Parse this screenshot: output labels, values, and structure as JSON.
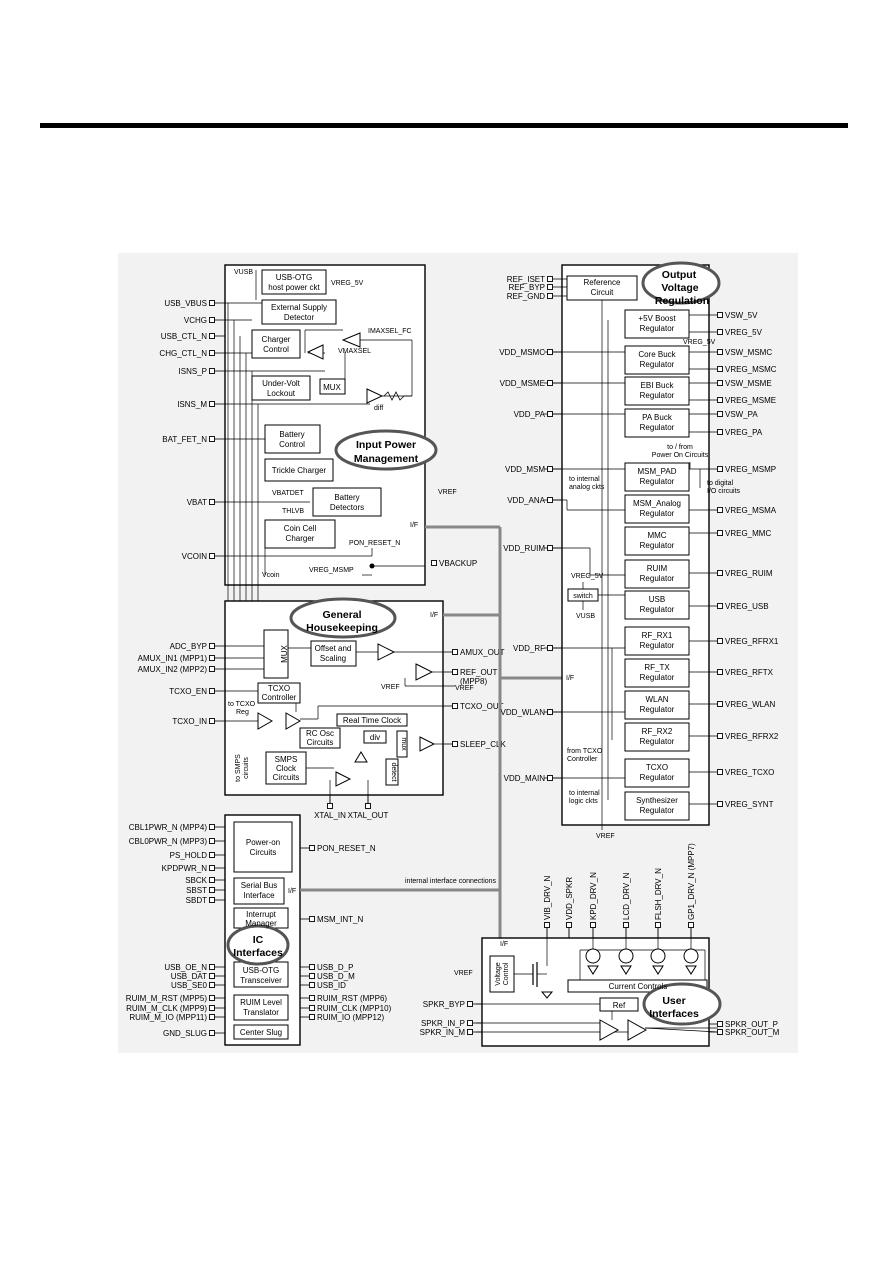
{
  "ipm": {
    "label_vusb": "VUSB",
    "usb_otg": [
      "USB-OTG",
      "host power ckt"
    ],
    "vreg_5v_tap": "VREG_5V",
    "ext_supply": [
      "External Supply",
      "Detector"
    ],
    "imaxsel_fc": "IMAXSEL_FC",
    "charger": [
      "Charger",
      "Control"
    ],
    "vmaxsel": "VMAXSEL",
    "undervolt": [
      "Under-Volt",
      "Lockout"
    ],
    "mux": "MUX",
    "diff": "diff",
    "battery_ctl": [
      "Battery",
      "Control"
    ],
    "title": [
      "Input Power",
      "Management"
    ],
    "trickle": "Trickle Charger",
    "vbatdet": "VBATDET",
    "thlvb": "THLVB",
    "batt_det": [
      "Battery",
      "Detectors"
    ],
    "vref": "VREF",
    "coin": [
      "Coin Cell",
      "Charger"
    ],
    "pon_reset": "PON_RESET_N",
    "vreg_msmp": "VREG_MSMP",
    "vcoin": "Vcoin",
    "if": "I/F",
    "pins_left": [
      "USB_VBUS",
      "VCHG",
      "USB_CTL_N",
      "CHG_CTL_N",
      "ISNS_P",
      "ISNS_M",
      "BAT_FET_N",
      "VBAT",
      "VCOIN"
    ],
    "pin_right": "VBACKUP"
  },
  "hk": {
    "title": [
      "General",
      "Housekeeping"
    ],
    "if": "I/F",
    "mux": "MUX",
    "offset": [
      "Offset and",
      "Scaling"
    ],
    "tcxo_ctl": [
      "TCXO",
      "Controller"
    ],
    "to_tcxo": [
      "to TCXO",
      "Reg"
    ],
    "rtc": "Real Time Clock",
    "rc_osc": [
      "RC Osc",
      "Circuits"
    ],
    "div": "div",
    "mux_small": "mux",
    "smps_clk": [
      "SMPS",
      "Clock",
      "Circuits"
    ],
    "to_smps": [
      "to SMPS",
      "circuits"
    ],
    "detect": "detect",
    "vref_in": "VREF",
    "pins_left": [
      "ADC_BYP",
      "AMUX_IN1 (MPP1)",
      "AMUX_IN2 (MPP2)",
      "TCXO_EN",
      "TCXO_IN"
    ],
    "pins_right": [
      "AMUX_OUT",
      "REF_OUT",
      "(MPP8)",
      "VREF",
      "TCXO_OUT",
      "SLEEP_CLK"
    ],
    "pins_bottom": [
      "XTAL_IN",
      "XTAL_OUT"
    ]
  },
  "ic": {
    "title": [
      "IC",
      "Interfaces"
    ],
    "power_on": [
      "Power-on",
      "Circuits"
    ],
    "serial": [
      "Serial Bus",
      "Interface"
    ],
    "interrupt": [
      "Interrupt",
      "Manager"
    ],
    "usb_otg": [
      "USB-OTG",
      "Transceiver"
    ],
    "ruim": [
      "RUIM Level",
      "Translator"
    ],
    "center": "Center Slug",
    "if": "I/F",
    "internal_conn": "internal interface connections",
    "pins_left": [
      "CBL1PWR_N (MPP4)",
      "CBL0PWR_N (MPP3)",
      "PS_HOLD",
      "KPDPWR_N",
      "SBCK",
      "SBST",
      "SBDT",
      "USB_OE_N",
      "USB_DAT",
      "USB_SE0",
      "RUIM_M_RST (MPP5)",
      "RUIM_M_CLK (MPP9)",
      "RUIM_M_IO (MPP11)",
      "GND_SLUG"
    ],
    "pins_right": [
      "PON_RESET_N",
      "MSM_INT_N",
      "USB_D_P",
      "USB_D_M",
      "USB_ID",
      "RUIM_RST (MPP6)",
      "RUIM_CLK (MPP10)",
      "RUIM_IO (MPP12)"
    ]
  },
  "ovr": {
    "title": [
      "Output",
      "Voltage",
      "Regulation"
    ],
    "ref": [
      "Reference",
      "Circuit"
    ],
    "pins_ref": [
      "REF_ISET",
      "REF_BYP",
      "REF_GND"
    ],
    "boost": [
      "+5V Boost",
      "Regulator"
    ],
    "vreg5v_note": "VREG_5V",
    "core": [
      "Core Buck",
      "Regulator"
    ],
    "ebi": [
      "EBI Buck",
      "Regulator"
    ],
    "pa": [
      "PA Buck",
      "Regulator"
    ],
    "pon_note": [
      "to / from",
      "Power On Circuits"
    ],
    "msm_pad": [
      "MSM_PAD",
      "Regulator"
    ],
    "to_analog": [
      "to internal",
      "analog ckts"
    ],
    "to_digital": [
      "to digital",
      "I/O circuits"
    ],
    "msm_analog": [
      "MSM_Analog",
      "Regulator"
    ],
    "mmc": [
      "MMC",
      "Regulator"
    ],
    "ruim": [
      "RUIM",
      "Regulator"
    ],
    "usb": [
      "USB",
      "Regulator"
    ],
    "vreg_5v_sw": "VREG_5V",
    "switch": "switch",
    "vusb": "VUSB",
    "rf_rx1": [
      "RF_RX1",
      "Regulator"
    ],
    "rf_tx": [
      "RF_TX",
      "Regulator"
    ],
    "wlan": [
      "WLAN",
      "Regulator"
    ],
    "rf_rx2": [
      "RF_RX2",
      "Regulator"
    ],
    "from_tcxo": [
      "from TCXO",
      "Controller"
    ],
    "tcxo": [
      "TCXO",
      "Regulator"
    ],
    "to_logic": [
      "to internal",
      "logic ckts"
    ],
    "synth": [
      "Synthesizer",
      "Regulator"
    ],
    "vref": "VREF",
    "if": "I/F",
    "pins_left": [
      "VDD_MSMC",
      "VDD_MSME",
      "VDD_PA",
      "VDD_MSM",
      "VDD_ANA",
      "VDD_RUIM",
      "VDD_RF",
      "VDD_WLAN",
      "VDD_MAIN"
    ],
    "pins_right": [
      "VSW_5V",
      "VREG_5V",
      "VSW_MSMC",
      "VREG_MSMC",
      "VSW_MSME",
      "VREG_MSME",
      "VSW_PA",
      "VREG_PA",
      "VREG_MSMP",
      "VREG_MSMA",
      "VREG_MMC",
      "VREG_RUIM",
      "VREG_USB",
      "VREG_RFRX1",
      "VREG_RFTX",
      "VREG_WLAN",
      "VREG_RFRX2",
      "VREG_TCXO",
      "VREG_SYNT"
    ]
  },
  "ui": {
    "title": [
      "User",
      "Interfaces"
    ],
    "if": "I/F",
    "vref": "VREF",
    "voltage_ctl": [
      "Voltage",
      "Control"
    ],
    "current": "Current Controls",
    "ref": "Ref",
    "pins_top": [
      "VIB_DRV_N",
      "VDD_SPKR",
      "KPD_DRV_N",
      "LCD_DRV_N",
      "FLSH_DRV_N",
      "GP1_DRV_N (MPP7)"
    ],
    "pins_left": [
      "SPKR_BYP",
      "SPKR_IN_P",
      "SPKR_IN_M"
    ],
    "pins_right": [
      "SPKR_OUT_P",
      "SPKR_OUT_M"
    ]
  }
}
